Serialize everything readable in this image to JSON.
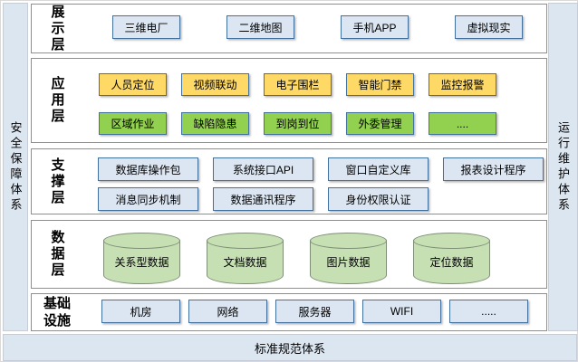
{
  "pillars": {
    "left": "安全保障体系",
    "right": "运行维护体系",
    "bottom": "标准规范体系"
  },
  "colors": {
    "pillar_bg": "#dce6f1",
    "layer_border": "#8f8f8f",
    "box_blue_bg": "#dce6f2",
    "box_yellow_bg": "#ffd966",
    "box_green_bg": "#92d050",
    "box_border_blue": "#41719c",
    "cylinder_bg": "#c6e0b4",
    "cylinder_border": "#7f8f77"
  },
  "layers": [
    {
      "label": "展示层",
      "rows": [
        {
          "style": "blue",
          "items": [
            "三维电厂",
            "二维地图",
            "手机APP",
            "虚拟现实"
          ]
        }
      ]
    },
    {
      "label": "应用层",
      "rows": [
        {
          "style": "yellow",
          "items": [
            "人员定位",
            "视频联动",
            "电子围栏",
            "智能门禁",
            "监控报警"
          ]
        },
        {
          "style": "green",
          "items": [
            "区域作业",
            "缺陷隐患",
            "到岗到位",
            "外委管理",
            "...."
          ]
        }
      ]
    },
    {
      "label": "支撑层",
      "rows": [
        {
          "style": "blue",
          "items": [
            "数据库操作包",
            "系统接口API",
            "窗口自定义库",
            "报表设计程序"
          ]
        },
        {
          "style": "blue",
          "items": [
            "消息同步机制",
            "数据通讯程序",
            "身份权限认证"
          ]
        }
      ]
    },
    {
      "label": "数据层",
      "rows": [
        {
          "style": "cylinder",
          "items": [
            "关系型数据",
            "文档数据",
            "图片数据",
            "定位数据"
          ]
        }
      ]
    },
    {
      "label": "基础设施",
      "rows": [
        {
          "style": "blue",
          "items": [
            "机房",
            "网络",
            "服务器",
            "WIFI",
            "....."
          ]
        }
      ]
    }
  ]
}
